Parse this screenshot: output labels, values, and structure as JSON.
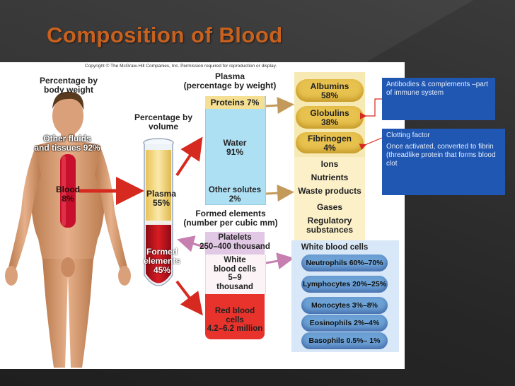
{
  "slide_title": "Composition of Blood",
  "copyright": "Copyright © The McGraw-Hill Companies, Inc. Permission required for reproduction or display.",
  "body": {
    "heading_line1": "Percentage by",
    "heading_line2": "body weight",
    "other_fluids_line1": "Other fluids",
    "other_fluids_line2": "and tissues 92%",
    "blood_line1": "Blood",
    "blood_line2": "8%"
  },
  "tube": {
    "heading_line1": "Percentage by",
    "heading_line2": "volume",
    "plasma_line1": "Plasma",
    "plasma_line2": "55%",
    "formed_line1": "Formed",
    "formed_line2": "elements",
    "formed_line3": "45%"
  },
  "plasma": {
    "heading_line1": "Plasma",
    "heading_line2": "(percentage by weight)",
    "proteins": "Proteins 7%",
    "water_line1": "Water",
    "water_line2": "91%",
    "solutes_line1": "Other solutes",
    "solutes_line2": "2%"
  },
  "proteins_detail": {
    "albumins_line1": "Albumins",
    "albumins_line2": "58%",
    "globulins_line1": "Globulins",
    "globulins_line2": "38%",
    "fibrinogen_line1": "Fibrinogen",
    "fibrinogen_line2": "4%"
  },
  "solutes_detail": {
    "ions": "Ions",
    "nutrients": "Nutrients",
    "waste": "Waste products",
    "gases": "Gases",
    "regulatory_line1": "Regulatory",
    "regulatory_line2": "substances"
  },
  "formed": {
    "heading_line1": "Formed elements",
    "heading_line2": "(number per cubic mm)",
    "platelets_line1": "Platelets",
    "platelets_line2": "250–400 thousand",
    "wbc_line1": "White",
    "wbc_line2": "blood cells",
    "wbc_line3": "5–9",
    "wbc_line4": "thousand",
    "rbc_line1": "Red blood",
    "rbc_line2": "cells",
    "rbc_line3": "4.2–6.2 million"
  },
  "wbc_detail": {
    "heading": "White blood cells",
    "items": [
      "Neutrophils 60%–70%",
      "Lymphocytes 20%–25%",
      "Monocytes 3%–8%",
      "Eosinophils 2%–4%",
      "Basophils 0.5%– 1%"
    ]
  },
  "notes": {
    "antibodies": "Antibodies & complements –part of immune system",
    "clotting_title": "Clotting factor",
    "clotting_body": "Once activated, converted to fibrin (threadlike protein that forms blood clot"
  }
}
